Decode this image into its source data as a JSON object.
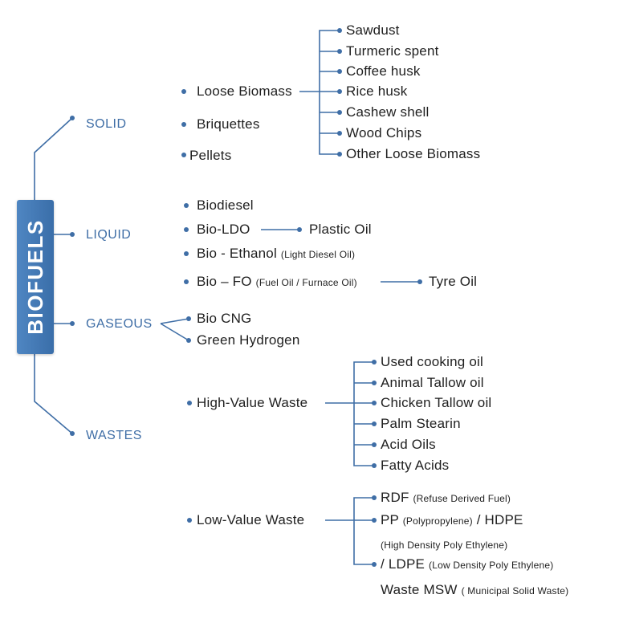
{
  "root": "BIOFUELS",
  "accent_color": "#3f6ea6",
  "categories": {
    "solid": "SOLID",
    "liquid": "LIQUID",
    "gaseous": "GASEOUS",
    "wastes": "WASTES"
  },
  "solid": {
    "items": [
      "Loose Biomass",
      "Briquettes",
      "Pellets"
    ],
    "loose_biomass": [
      "Sawdust",
      "Turmeric spent",
      "Coffee husk",
      "Rice husk",
      "Cashew shell",
      "Wood Chips",
      "Other Loose Biomass"
    ]
  },
  "liquid": {
    "biodiesel": "Biodiesel",
    "bio_ldo": "Bio-LDO",
    "plastic_oil": "Plastic Oil",
    "bio_ethanol": "Bio - Ethanol",
    "bio_ethanol_note": "(Light Diesel Oil)",
    "bio_fo": "Bio – FO",
    "bio_fo_note": "(Fuel Oil / Furnace Oil)",
    "tyre_oil": "Tyre Oil"
  },
  "gaseous": {
    "items": [
      "Bio CNG",
      "Green Hydrogen"
    ]
  },
  "wastes": {
    "high_value": "High-Value Waste",
    "high_value_items": [
      "Used cooking oil",
      "Animal Tallow oil",
      "Chicken Tallow oil",
      "Palm Stearin",
      "Acid Oils",
      "Fatty Acids"
    ],
    "low_value": "Low-Value Waste",
    "rdf": "RDF",
    "rdf_note": "(Refuse Derived Fuel)",
    "pp": "PP",
    "pp_note": "(Polypropylene)",
    "hdpe": "/ HDPE",
    "hdpe_note": "(High Density Poly Ethylene)",
    "ldpe": "/ LDPE",
    "ldpe_note": "(Low Density Poly Ethylene)",
    "msw": "Waste MSW",
    "msw_note": "( Municipal Solid Waste)"
  }
}
